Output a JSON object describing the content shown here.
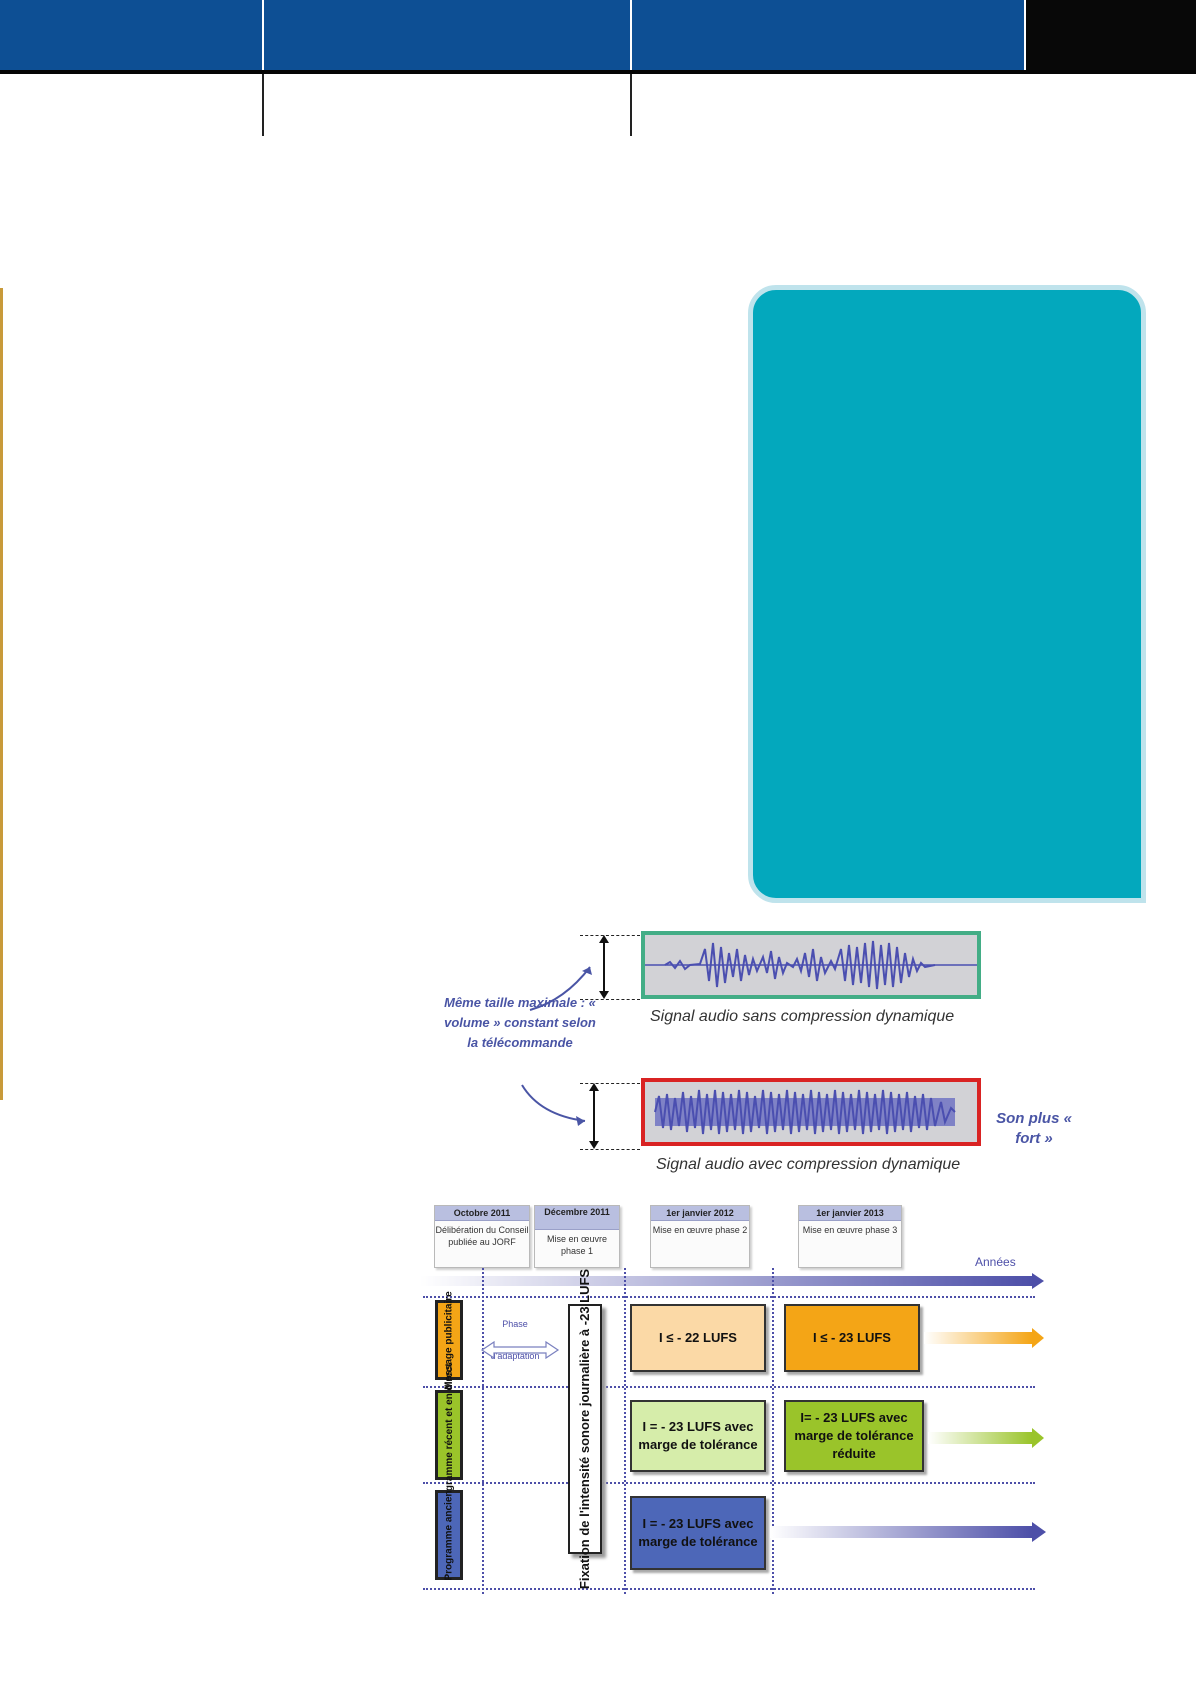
{
  "colors": {
    "header_blue": "#0d4f94",
    "header_black": "#080808",
    "sidebar_teal": "#03a8bd",
    "margin_gold": "#c89a3a",
    "wave_green_frame": "#43ad86",
    "wave_red_frame": "#d92323",
    "annotation_blue": "#4a55a5",
    "orange": "#f4a516",
    "orange_light": "#fbd9a6",
    "green": "#9ac42a",
    "green_light": "#d6edaa",
    "indigo": "#4d67b8"
  },
  "wave_figure": {
    "side_note": "Même taille maximale : « volume » constant selon la télécommande",
    "caption_uncompressed": "Signal audio sans compression dynamique",
    "caption_compressed": "Signal audio avec compression dynamique",
    "loud_note": "Son plus « fort »"
  },
  "timeline": {
    "years_label": "Années",
    "dates": [
      {
        "date": "Octobre 2011",
        "text": "Délibération du Conseil publiée au JORF"
      },
      {
        "date": "Décembre 2011",
        "text": "Mise en œuvre phase 1"
      },
      {
        "date": "1er janvier 2012",
        "text": "Mise en œuvre phase 2"
      },
      {
        "date": "1er janvier 2013",
        "text": "Mise en œuvre phase 3"
      }
    ],
    "rows": [
      {
        "label": "Message publicitaire"
      },
      {
        "label": "Programme récent et en direct"
      },
      {
        "label": "Programme ancien"
      }
    ],
    "phase_label": "Phase d'adaptation",
    "fixation": "Fixation de l'intensité sonore journalière à -23 LUFS",
    "boxes": {
      "ad_2012": "I ≤ - 22 LUFS",
      "ad_2013": "I ≤ - 23 LUFS",
      "recent_2012": "I = - 23 LUFS avec marge de tolérance",
      "recent_2013": "I= - 23 LUFS avec marge de tolérance réduite",
      "old_2012": "I = - 23 LUFS avec marge de tolérance"
    }
  }
}
